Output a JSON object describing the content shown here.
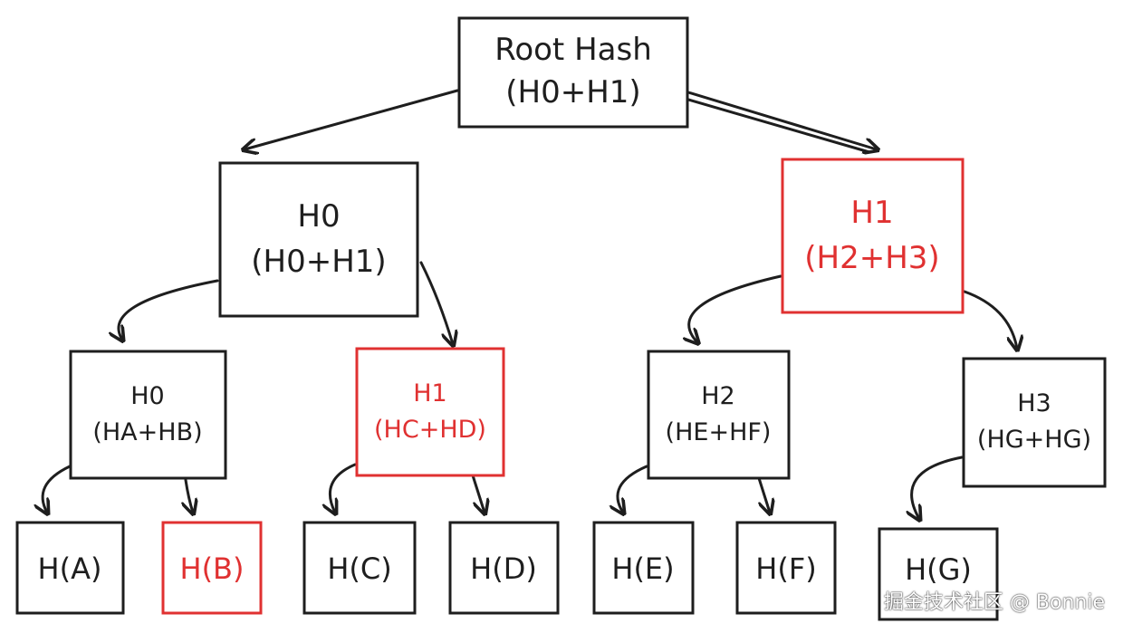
{
  "colors": {
    "default": "#1e1e1e",
    "highlight": "#e03131"
  },
  "nodes": {
    "root": {
      "line1": "Root Hash",
      "line2": "(H0+H1)",
      "highlight": false
    },
    "l1_h0": {
      "line1": "H0",
      "line2": "(H0+H1)",
      "highlight": false
    },
    "l1_h1": {
      "line1": "H1",
      "line2": "(H2+H3)",
      "highlight": true
    },
    "l2_h0": {
      "line1": "H0",
      "line2": "(HA+HB)",
      "highlight": false
    },
    "l2_h1": {
      "line1": "H1",
      "line2": "(HC+HD)",
      "highlight": true
    },
    "l2_h2": {
      "line1": "H2",
      "line2": "(HE+HF)",
      "highlight": false
    },
    "l2_h3": {
      "line1": "H3",
      "line2": "(HG+HG)",
      "highlight": false
    },
    "leaf_a": {
      "line1": "H(A)",
      "highlight": false
    },
    "leaf_b": {
      "line1": "H(B)",
      "highlight": true
    },
    "leaf_c": {
      "line1": "H(C)",
      "highlight": false
    },
    "leaf_d": {
      "line1": "H(D)",
      "highlight": false
    },
    "leaf_e": {
      "line1": "H(E)",
      "highlight": false
    },
    "leaf_f": {
      "line1": "H(F)",
      "highlight": false
    },
    "leaf_g": {
      "line1": "H(G)",
      "highlight": false
    }
  },
  "watermark": "掘金技术社区 @ Bonnie"
}
